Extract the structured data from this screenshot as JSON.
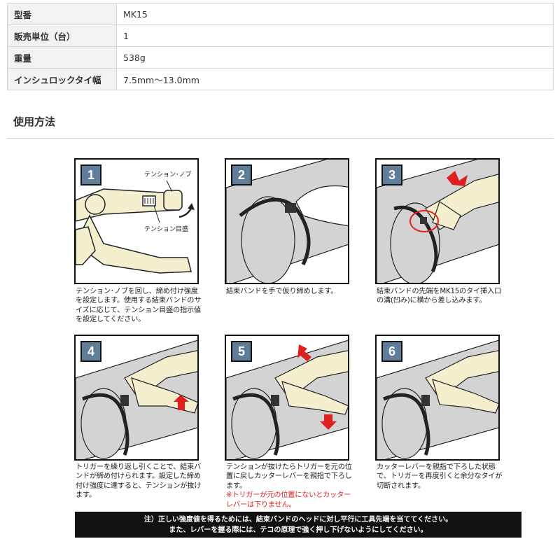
{
  "spec": [
    {
      "label": "型番",
      "value": "MK15"
    },
    {
      "label": "販売単位（台）",
      "value": "1"
    },
    {
      "label": "重量",
      "value": "538g"
    },
    {
      "label": "インシュロックタイ幅",
      "value": "7.5mm〜13.0mm"
    }
  ],
  "usage_title": "使用方法",
  "steps": [
    {
      "num": "1",
      "labels": [
        "テンション･ノブ",
        "テンション目盛"
      ],
      "caption": "テンション･ノブを回し、締め付け強度を設定します。使用する結束バンドのサイズに応じて、テンション目盛の指示値を設定してください。"
    },
    {
      "num": "2",
      "caption": "結束バンドを手で仮り締めします。"
    },
    {
      "num": "3",
      "caption": "結束バンドの先端をMK15のタイ挿入口の溝(凹み)に横から差し込みます。"
    },
    {
      "num": "4",
      "caption": "トリガーを繰り返し引くことで、結束バンドが締め付けられます。設定した締め付け強度に達すると、テンションが抜けます。"
    },
    {
      "num": "5",
      "caption": "テンションが抜けたらトリガーを元の位置に戻しカッターレバーを親指で下ろします。",
      "warning": "※トリガーが元の位置にないとカッターレバーは下りません。"
    },
    {
      "num": "6",
      "caption": "カッターレバーを親指で下ろした状態で、トリガーを再度引くと余分なタイが切断されます。"
    }
  ],
  "note": {
    "line1": "注）正しい強度値を得るためには、結束バンドのヘッドに対し平行に工具先端を当ててください。",
    "line2": "また、レバーを握る際には、テコの原理で強く押し下げないようにしてください。"
  },
  "colors": {
    "badge": "#5f7d99",
    "tool": "#f4efcf",
    "pipe": "#d3d3d3",
    "arrow": "#e02020",
    "warning": "#e0201c"
  }
}
